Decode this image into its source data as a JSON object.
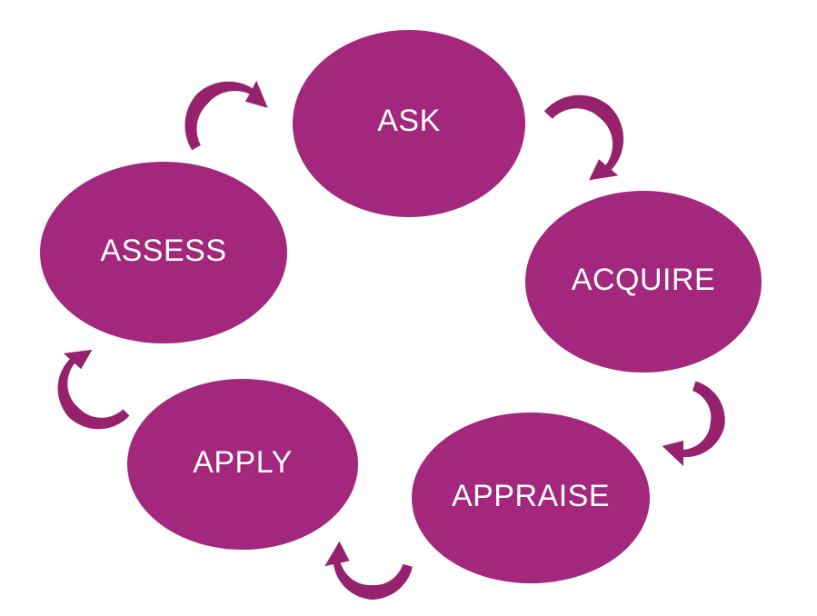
{
  "diagram": {
    "type": "cycle",
    "background_color": "#FFFFFF",
    "node_fill": "#A3277C",
    "arrow_fill": "#96226E",
    "text_color": "#FFFFFF",
    "nodes": [
      {
        "id": "ask",
        "label": "ASK"
      },
      {
        "id": "acquire",
        "label": "ACQUIRE"
      },
      {
        "id": "appraise",
        "label": "APPRAISE"
      },
      {
        "id": "apply",
        "label": "APPLY"
      },
      {
        "id": "assess",
        "label": "ASSESS"
      }
    ],
    "arrows": [
      {
        "id": "assess-to-ask"
      },
      {
        "id": "ask-to-acquire"
      },
      {
        "id": "acquire-to-appraise"
      },
      {
        "id": "appraise-to-apply"
      },
      {
        "id": "apply-to-assess"
      }
    ]
  }
}
